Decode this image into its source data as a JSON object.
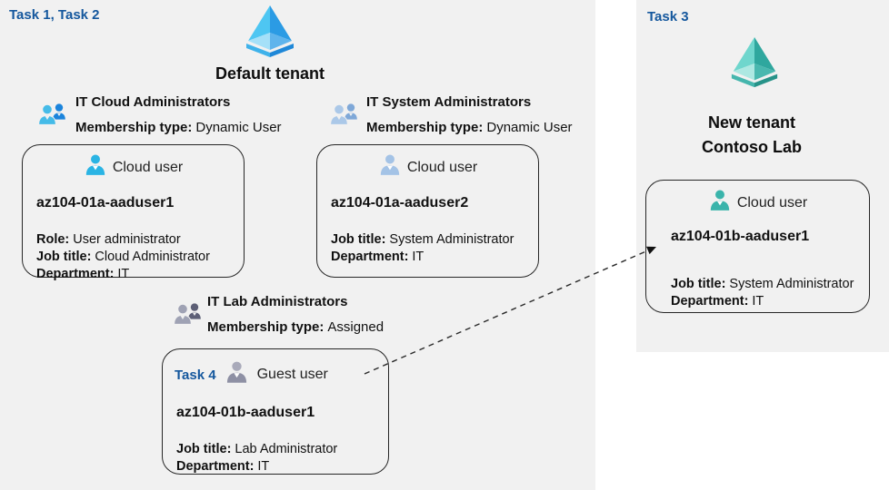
{
  "colors": {
    "panel_bg": "#f1f1f1",
    "task_label_blue": "#14579d",
    "card_border": "#262626",
    "tenant_icon_blue_light": "#4ec6f2",
    "tenant_icon_blue_dark": "#2b9be4",
    "tenant_icon_teal_light": "#6fd6cd",
    "tenant_icon_teal_dark": "#2fa79e",
    "cloud_user_icon_cyan": "#2ab4e4",
    "cloud_user_icon_pale_blue": "#a4c3e6",
    "guest_user_icon_gray": "#9496aa",
    "cloud_user_icon_teal": "#3ab4ab"
  },
  "left_panel": {
    "task_label": "Task 1, Task 2",
    "tenant_name": "Default tenant",
    "tenant_icon": "azure-tenant-blue-icon",
    "groups": [
      {
        "icon": "group-members-blue-icon",
        "title": "IT Cloud Administrators",
        "membership_label": "Membership type:",
        "membership_value": "Dynamic User"
      },
      {
        "icon": "group-members-paleblue-icon",
        "title": "IT System Administrators",
        "membership_label": "Membership type:",
        "membership_value": "Dynamic User"
      },
      {
        "icon": "group-members-gray-icon",
        "title": "IT Lab Administrators",
        "membership_label": "Membership type:",
        "membership_value": "Assigned"
      }
    ],
    "cards": [
      {
        "user_type": "Cloud user",
        "name": "az104-01a-aaduser1",
        "rows": [
          {
            "label": "Role:",
            "value": "User administrator"
          },
          {
            "label": "Job title:",
            "value": "Cloud Administrator"
          },
          {
            "label": "Department:",
            "value": "IT"
          }
        ]
      },
      {
        "user_type": "Cloud user",
        "name": "az104-01a-aaduser2",
        "rows": [
          {
            "label": "Job title:",
            "value": "System Administrator"
          },
          {
            "label": "Department:",
            "value": "IT"
          }
        ]
      },
      {
        "task_badge": "Task 4",
        "user_type": "Guest user",
        "name": "az104-01b-aaduser1",
        "rows": [
          {
            "label": "Job title:",
            "value": "Lab Administrator"
          },
          {
            "label": "Department:",
            "value": "IT"
          }
        ]
      }
    ]
  },
  "right_panel": {
    "task_label": "Task 3",
    "tenant_name_line1": "New tenant",
    "tenant_name_line2": "Contoso Lab",
    "tenant_icon": "azure-tenant-teal-icon",
    "card": {
      "user_type": "Cloud user",
      "name": "az104-01b-aaduser1",
      "rows": [
        {
          "label": "Job title:",
          "value": "System Administrator"
        },
        {
          "label": "Department:",
          "value": "IT"
        }
      ]
    }
  },
  "connector": {
    "style": "dashed-arrow",
    "from": "guest-user-card",
    "to": "new-tenant-cloud-user-card"
  }
}
